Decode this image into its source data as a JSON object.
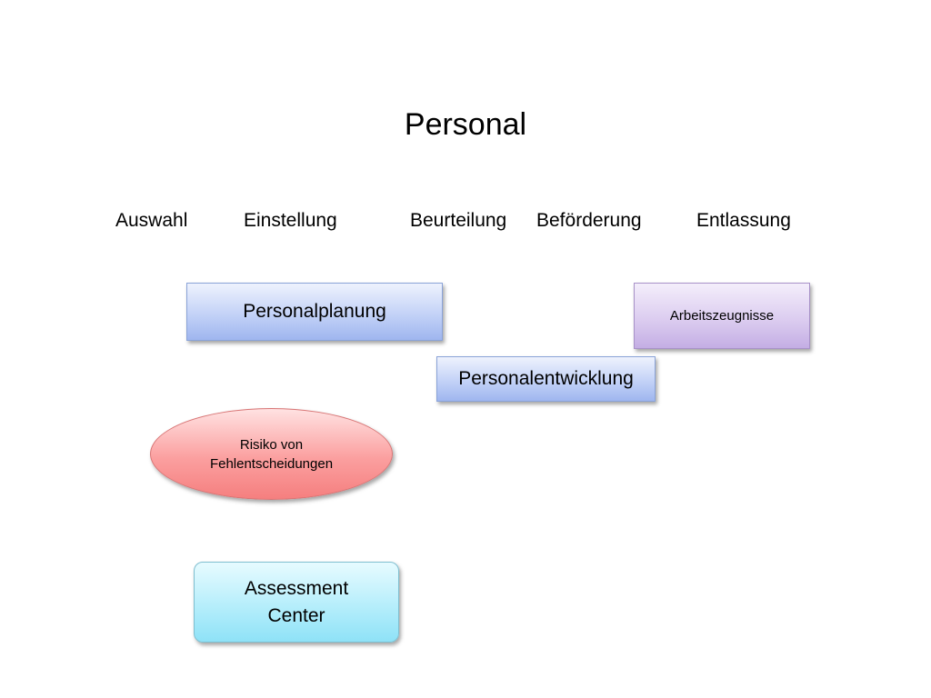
{
  "slide": {
    "title": "Personal",
    "stages": [
      "Auswahl",
      "Einstellung",
      "Beurteilung",
      "Beförderung",
      "Entlassung"
    ],
    "boxes": {
      "personalplanung": "Personalplanung",
      "arbeitszeugnisse": "Arbeitszeugnisse",
      "personalentwicklung": "Personalentwicklung",
      "risiko_line1": "Risiko von",
      "risiko_line2": "Fehlentscheidungen",
      "assessment_line1": "Assessment",
      "assessment_line2": "Center"
    },
    "colors": {
      "blue_box": "#c3d2f7",
      "violet_box": "#dccdf0",
      "red_ellipse": "#fb9f9f",
      "cyan_box": "#b6eefb"
    }
  }
}
